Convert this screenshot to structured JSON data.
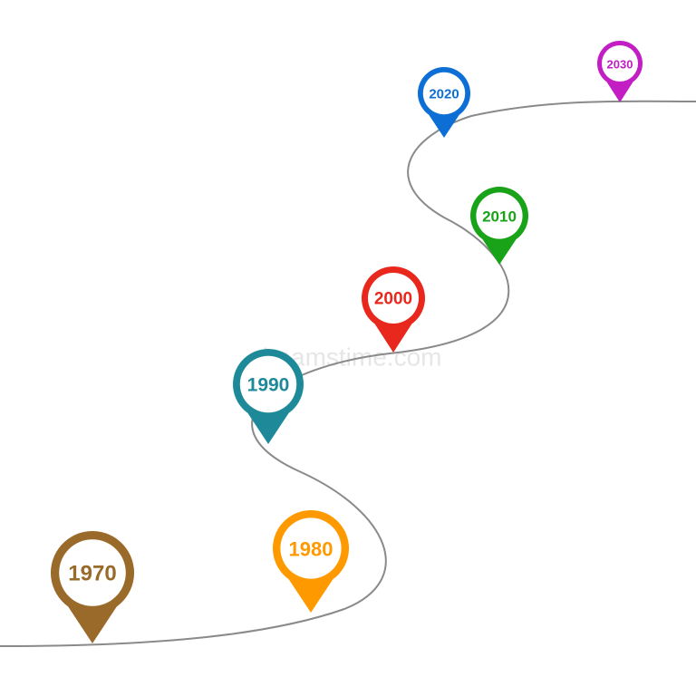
{
  "timeline": {
    "markers": [
      {
        "label": "1970",
        "color": "#9a6a2a"
      },
      {
        "label": "1980",
        "color": "#ff9900"
      },
      {
        "label": "1990",
        "color": "#1e8a99"
      },
      {
        "label": "2000",
        "color": "#e8281c"
      },
      {
        "label": "2010",
        "color": "#19a319"
      },
      {
        "label": "2020",
        "color": "#0d6fd6"
      },
      {
        "label": "2030",
        "color": "#c21ec4"
      }
    ],
    "path_color": "#8a8a8a"
  },
  "watermark": {
    "text": "dreamstime.com"
  }
}
